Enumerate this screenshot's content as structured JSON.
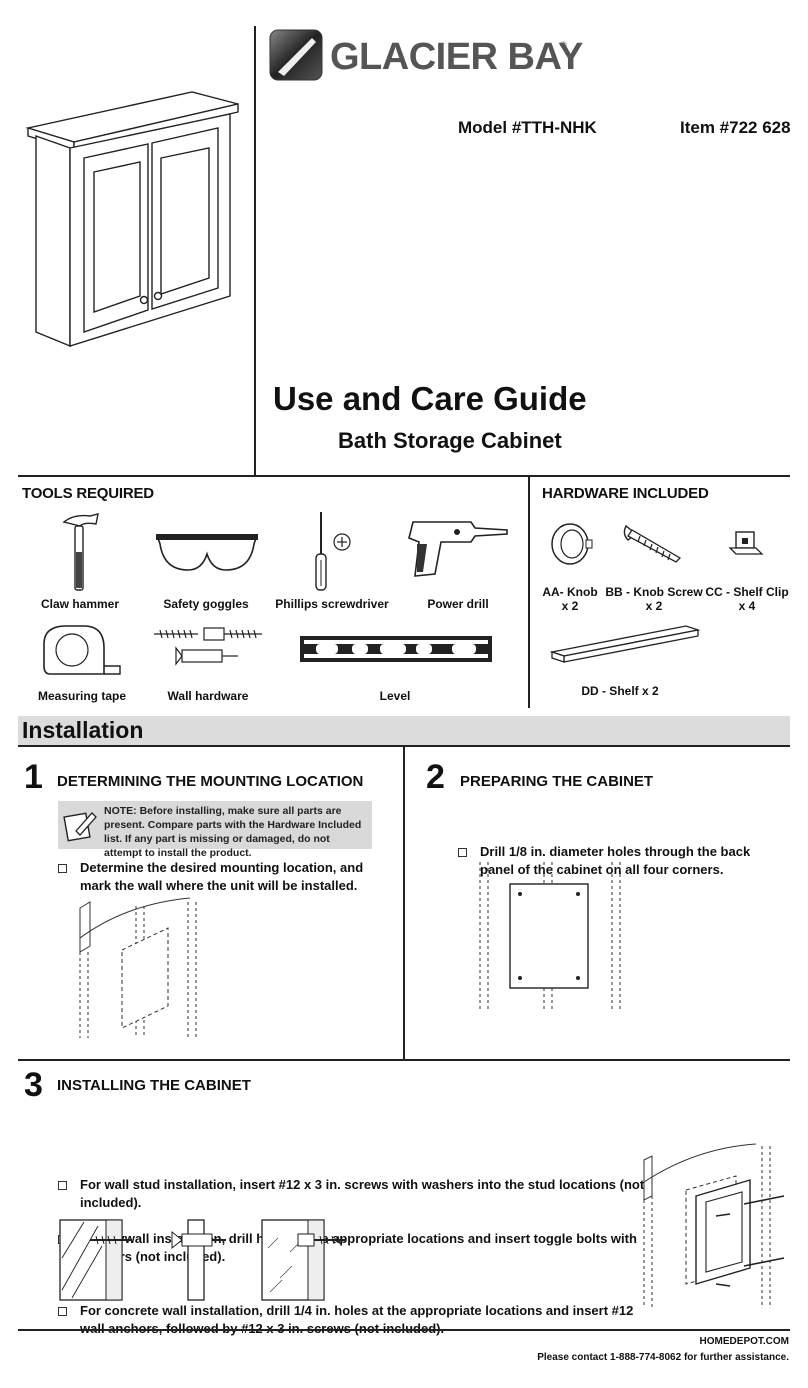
{
  "brand": {
    "name": "GLACIER BAY",
    "registered": "®"
  },
  "header": {
    "model": "Model #TTH-NHK",
    "item": "Item #722 628",
    "title": "Use and Care Guide",
    "subtitle": "Bath Storage Cabinet"
  },
  "tools": {
    "heading": "TOOLS REQUIRED",
    "items": [
      {
        "label": "Claw hammer",
        "icon": "hammer-icon"
      },
      {
        "label": "Safety goggles",
        "icon": "goggles-icon"
      },
      {
        "label": "Phillips screwdriver",
        "icon": "screwdriver-icon"
      },
      {
        "label": "Power drill",
        "icon": "drill-icon"
      },
      {
        "label": "Measuring tape",
        "icon": "tape-measure-icon"
      },
      {
        "label": "Wall hardware",
        "icon": "wall-hardware-icon"
      },
      {
        "label": "Level",
        "icon": "level-icon"
      }
    ]
  },
  "hardware": {
    "heading": "HARDWARE INCLUDED",
    "items": [
      {
        "name": "AA- Knob",
        "qty": "x 2",
        "icon": "knob-icon"
      },
      {
        "name": "BB - Knob Screw",
        "qty": "x 2",
        "icon": "screw-icon"
      },
      {
        "name": "CC - Shelf Clip",
        "qty": "x 4",
        "icon": "shelf-clip-icon"
      },
      {
        "name": "DD - Shelf x 2",
        "qty": "",
        "icon": "shelf-icon"
      }
    ]
  },
  "installation": {
    "heading": "Installation",
    "steps": [
      {
        "number": "1",
        "title": "DETERMINING THE MOUNTING LOCATION",
        "note_label": "NOTE:",
        "note_text": "Before installing, make sure all parts are present. Compare parts with the Hardware Included list. If any part is missing or damaged, do not attempt to install the product.",
        "bullets": [
          "Determine the desired mounting location, and mark the wall where the unit will be installed."
        ]
      },
      {
        "number": "2",
        "title": "PREPARING THE CABINET",
        "bullets": [
          "Drill 1/8 in. diameter holes through the back panel of the cabinet on all four corners."
        ]
      },
      {
        "number": "3",
        "title": "INSTALLING THE CABINET",
        "bullets": [
          "For wall stud installation, insert #12 x 3 in. screws with washers into the stud locations (not included).",
          "For drywall installation, drill holes at the appropriate locations and insert toggle bolts with washers (not included).",
          "For concrete wall installation, drill 1/4 in. holes at the appropriate locations and insert #12 wall anchors, followed by #12 x 3 in. screws (not included)."
        ]
      }
    ]
  },
  "footer": {
    "site": "HOMEDEPOT.COM",
    "contact": "Please contact 1-888-774-8062 for further assistance."
  }
}
